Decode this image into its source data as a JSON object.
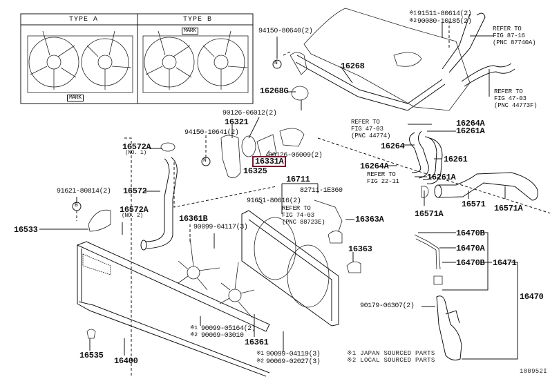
{
  "inset": {
    "type_a_label": "TYPE A",
    "type_b_label": "TYPE B",
    "mark_a": "MARK",
    "mark_b": "MARK"
  },
  "highlight_color": "#7a1730",
  "parts": {
    "p94150_80640": "94150-80640(2)",
    "p16268": "16268",
    "p16268G": "16268G",
    "p91511_80614": "91511-80614(2)",
    "p90080_10185": "90080-10185(2)",
    "p90126_06012": "90126-06012(2)",
    "p16321": "16321",
    "p94150_10641": "94150-10641(2)",
    "p16572A_1": "16572A",
    "p16572A_1_sub": "(NO. 1)",
    "p90126_06009": "90126-06009(2)",
    "p16331A": "16331A",
    "p16325": "16325",
    "p16264A_top": "16264A",
    "p16261A_top": "16261A",
    "p16264": "16264",
    "p16261": "16261",
    "p16264A_bot": "16264A",
    "p16261A_bot": "16261A",
    "p16711": "16711",
    "p82711_1E360": "82711-1E360",
    "p91621_80814": "91621-80814(2)",
    "p16572": "16572",
    "p16572A_2": "16572A",
    "p16572A_2_sub": "(NO. 2)",
    "p16533": "16533",
    "p91651_80616": "91651-80616(2)",
    "p16361B": "16361B",
    "p90099_04117": "90099-04117(3)",
    "p16363A": "16363A",
    "p16363": "16363",
    "p16571": "16571",
    "p16571A_a": "16571A",
    "p16571A_b": "16571A",
    "p16470B_top": "16470B",
    "p16470A": "16470A",
    "p16470B_bot": "16470B",
    "p16471": "16471",
    "p16470": "16470",
    "p90179_06307": "90179-06307(2)",
    "p90099_05164": "90099-05164(2)",
    "p90069_03010": "90069-03010",
    "p16361": "16361",
    "p90099_04119": "90099-04119(3)",
    "p90069_02027": "90069-02027(3)",
    "p16535": "16535",
    "p16400": "16400"
  },
  "refs": {
    "fig87": "REFER TO\nFIG 87-16\n(PNC 87740A)",
    "fig47_top": "REFER TO\nFIG 47-03\n(PNC 44773F)",
    "fig47_mid": "REFER TO\nFIG 47-03\n(PNC 44774)",
    "fig22": "REFER TO\nFIG 22-11",
    "fig74": "REFER TO\nFIG 74-03\n(PNC 88723E)"
  },
  "markers": {
    "n1": "N",
    "n2": "N",
    "b": "B",
    "note1_mark": "※1",
    "note2_mark": "※2"
  },
  "legend": {
    "note1": "※1 JAPAN SOURCED PARTS",
    "note2": "※2 LOCAL SOURCED PARTS"
  },
  "figure_id": "180952I"
}
